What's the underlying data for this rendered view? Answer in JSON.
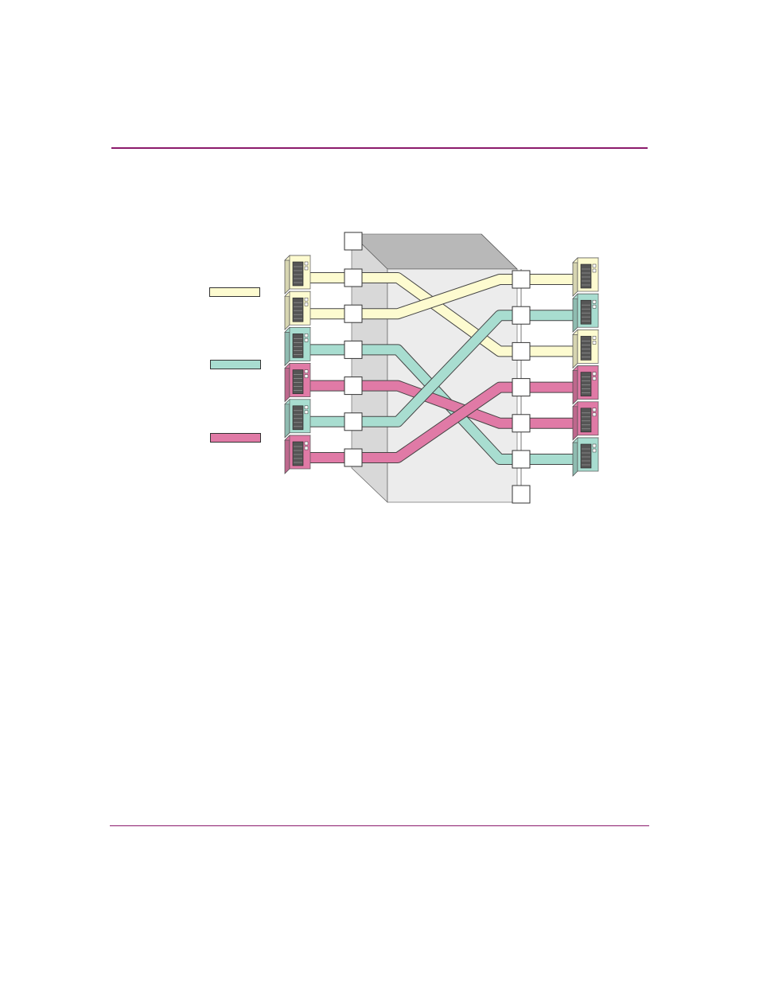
{
  "colors": {
    "rule": "#8b1a6b",
    "zone_yellow": "#fdfbd0",
    "zone_green": "#a8ddd0",
    "zone_pink": "#e07aa6",
    "switch_side": "#d6d6d6",
    "switch_top": "#b8b8b8",
    "switch_front": "#ebebeb"
  },
  "legend": [
    {
      "zone": "yellow",
      "color": "#fdfbd0"
    },
    {
      "zone": "green",
      "color": "#a8ddd0"
    },
    {
      "zone": "pink",
      "color": "#e07aa6"
    }
  ],
  "left_devices": [
    {
      "zone": "yellow",
      "icon": "server-icon"
    },
    {
      "zone": "yellow",
      "icon": "server-icon"
    },
    {
      "zone": "green",
      "icon": "server-icon"
    },
    {
      "zone": "pink",
      "icon": "server-icon"
    },
    {
      "zone": "green",
      "icon": "server-icon"
    },
    {
      "zone": "pink",
      "icon": "server-icon"
    }
  ],
  "right_devices": [
    {
      "zone": "yellow",
      "icon": "server-icon"
    },
    {
      "zone": "green",
      "icon": "server-icon"
    },
    {
      "zone": "yellow",
      "icon": "server-icon"
    },
    {
      "zone": "pink",
      "icon": "server-icon"
    },
    {
      "zone": "pink",
      "icon": "server-icon"
    },
    {
      "zone": "green",
      "icon": "server-icon"
    }
  ],
  "connections": [
    {
      "from_left_port": 1,
      "to_right_port": 3,
      "zone": "yellow"
    },
    {
      "from_left_port": 2,
      "to_right_port": 1,
      "zone": "yellow"
    },
    {
      "from_left_port": 3,
      "to_right_port": 6,
      "zone": "green"
    },
    {
      "from_left_port": 4,
      "to_right_port": 5,
      "zone": "pink"
    },
    {
      "from_left_port": 5,
      "to_right_port": 2,
      "zone": "green"
    },
    {
      "from_left_port": 6,
      "to_right_port": 4,
      "zone": "pink"
    }
  ]
}
